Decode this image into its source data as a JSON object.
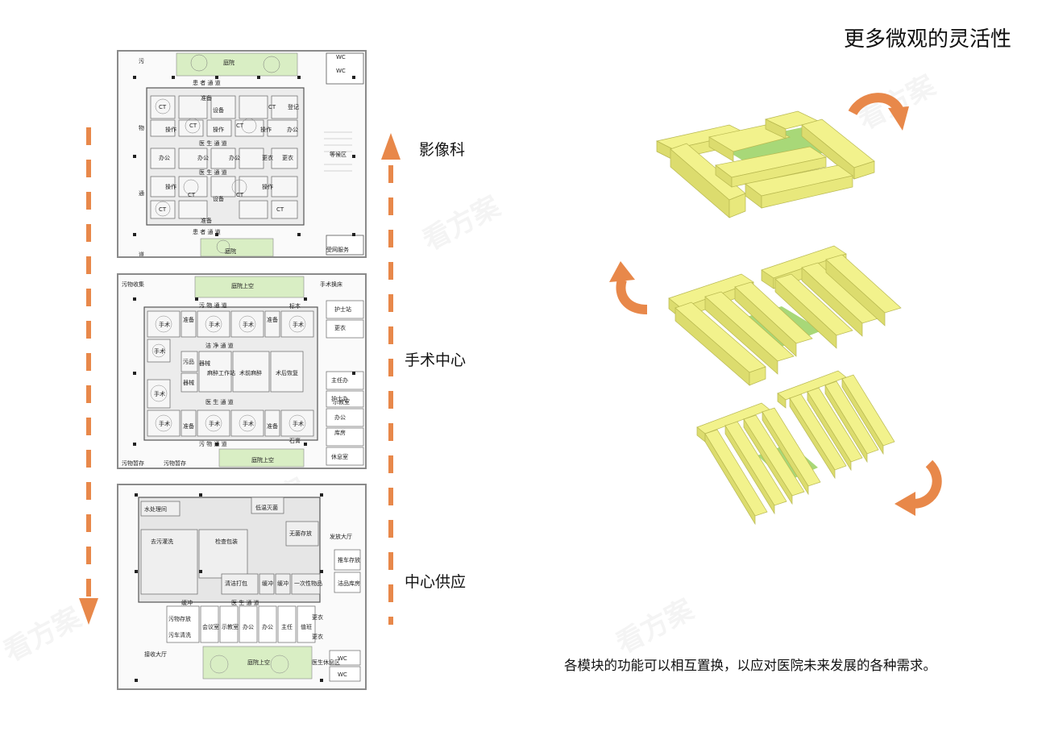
{
  "title": "更多微观的灵活性",
  "caption": "各模块的功能可以相互置换，以应对医院未来发展的各种需求。",
  "sections": [
    {
      "label": "影像科"
    },
    {
      "label": "手术中心"
    },
    {
      "label": "中心供应"
    }
  ],
  "plan_imaging": {
    "rooms": [
      "CT",
      "CT",
      "CT",
      "CT",
      "CT",
      "CT",
      "CT",
      "CT",
      "设备",
      "设备",
      "操作",
      "操作",
      "操作",
      "操作",
      "操作",
      "办公",
      "办公",
      "办公",
      "办公",
      "准备",
      "准备",
      "更衣",
      "更衣",
      "登记",
      "等候区",
      "庭院",
      "庭院",
      "WC",
      "WC",
      "污",
      "物",
      "通",
      "道",
      "受网服务"
    ],
    "corridors": [
      "患 者 通 道",
      "医 生 通 道",
      "医 生 通 道",
      "患 者 通 道"
    ]
  },
  "plan_surgery": {
    "rooms": [
      "污物收集",
      "庭院上空",
      "手术换床",
      "护士站",
      "手术",
      "手术",
      "手术",
      "手术",
      "手术",
      "手术",
      "手术",
      "手术",
      "手术",
      "手术",
      "准备",
      "准备",
      "准备",
      "准备",
      "污品",
      "器械",
      "器械",
      "麻醉工作站",
      "术前麻醉",
      "术后恢复",
      "标本",
      "主任办",
      "护士办",
      "办公",
      "库房",
      "示教室",
      "石膏",
      "休息室",
      "污物暂存",
      "污物暂存",
      "庭院上空",
      "更衣"
    ],
    "corridors": [
      "污 物 通 道",
      "洁 净 通 道",
      "医 生 通 道",
      "污 物 通 道"
    ]
  },
  "plan_supply": {
    "rooms": [
      "水处理间",
      "去污灌洗",
      "检查包装",
      "低温灭菌",
      "无菌存放",
      "缓冲",
      "缓冲",
      "缓冲",
      "一次性物品",
      "清洁打包",
      "发放大厅",
      "推车存放",
      "洁品库房",
      "污物存放",
      "污车清洗",
      "会议室",
      "示教室",
      "办公",
      "办公",
      "主任",
      "值班",
      "更衣",
      "更衣",
      "接收大厅",
      "庭院上空",
      "医生休息区",
      "WC",
      "WC"
    ],
    "corridors": [
      "医 生 通 道"
    ]
  },
  "watermark": "看方案",
  "colors": {
    "arrow": "#e8884a",
    "block": "#f0f08c",
    "court": "#a8d878"
  }
}
